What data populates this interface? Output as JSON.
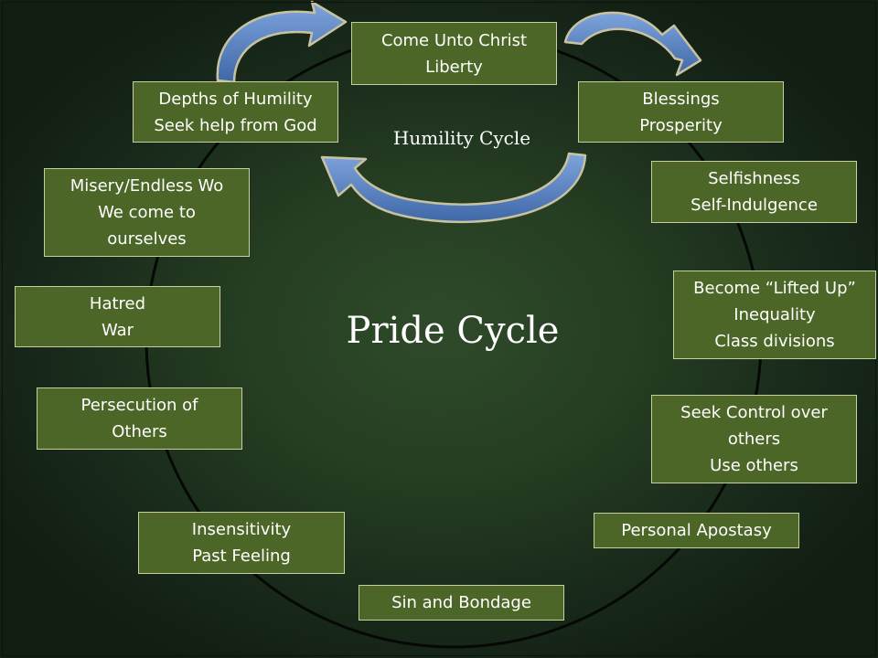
{
  "titles": {
    "main": "Pride Cycle",
    "sub": "Humility Cycle"
  },
  "boxes": {
    "come_unto_christ": [
      "Come Unto Christ",
      "Liberty"
    ],
    "blessings": [
      "Blessings",
      "Prosperity"
    ],
    "selfishness": [
      "Selfishness",
      "Self-Indulgence"
    ],
    "lifted_up": [
      "Become “Lifted Up”",
      "Inequality",
      "Class divisions"
    ],
    "seek_control": [
      "Seek Control over",
      "others",
      "Use others"
    ],
    "personal_apostasy": [
      "Personal Apostasy"
    ],
    "sin_bondage": [
      "Sin and Bondage"
    ],
    "insensitivity": [
      "Insensitivity",
      "Past Feeling"
    ],
    "persecution": [
      "Persecution of",
      "Others"
    ],
    "hatred": [
      "Hatred",
      "War"
    ],
    "misery": [
      "Misery/Endless Wo",
      "We come to",
      "ourselves"
    ],
    "depths": [
      "Depths of Humility",
      "Seek help from God"
    ]
  },
  "colors": {
    "box_fill": "#4b6627",
    "box_border": "#c9cfa2",
    "arrow_fill": "#5b84c4",
    "arrow_outline": "#c8c2a0",
    "circle_stroke": "#050805"
  }
}
